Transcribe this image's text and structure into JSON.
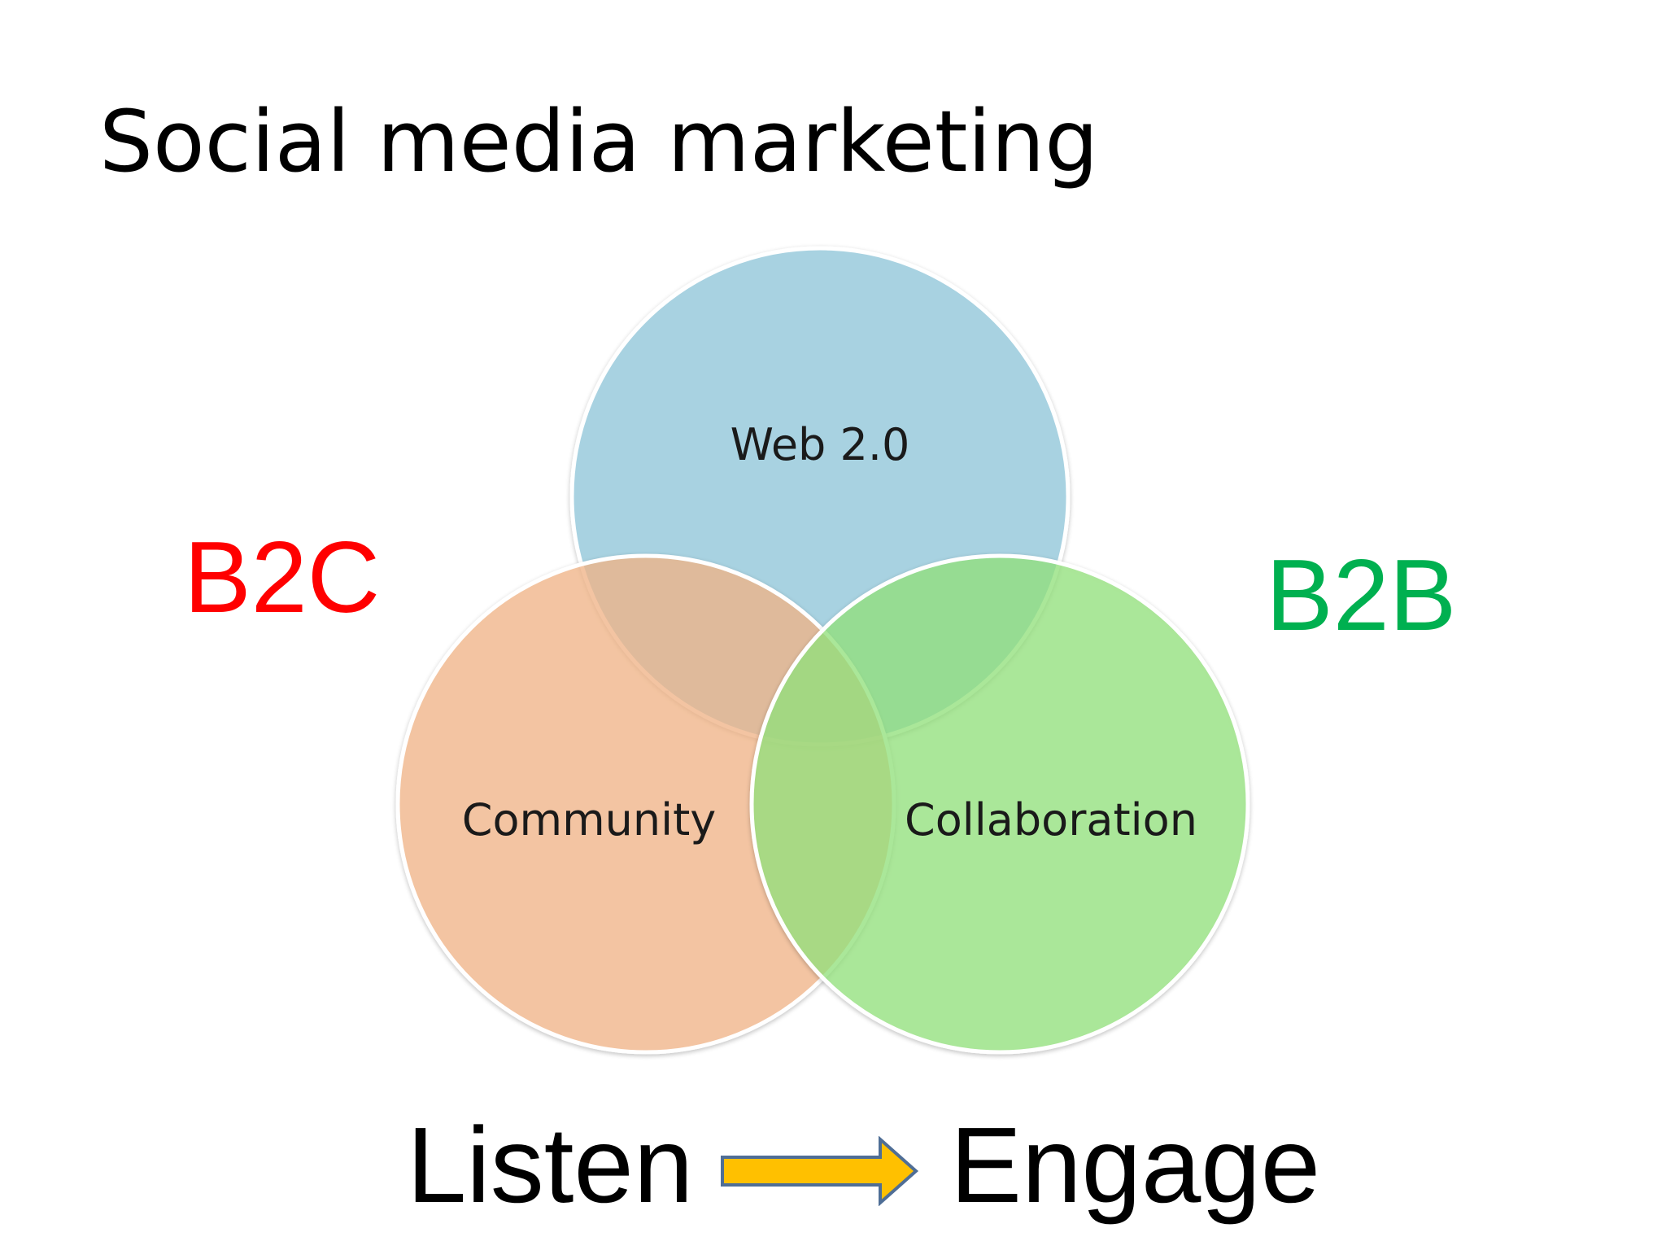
{
  "title": "Social media marketing",
  "venn": {
    "top_label": "Web 2.0",
    "left_label": "Community",
    "right_label": "Collaboration"
  },
  "side_labels": {
    "left": "B2C",
    "right": "B2B"
  },
  "flow": {
    "from": "Listen",
    "to": "Engage"
  },
  "colors": {
    "circle_top": "#9fcfe0",
    "circle_left": "#f8c49a",
    "circle_right": "#a6ec94",
    "b2c": "#ff0000",
    "b2b": "#00b050",
    "arrow_fill": "#ffc000",
    "arrow_stroke": "#4f6e96"
  }
}
